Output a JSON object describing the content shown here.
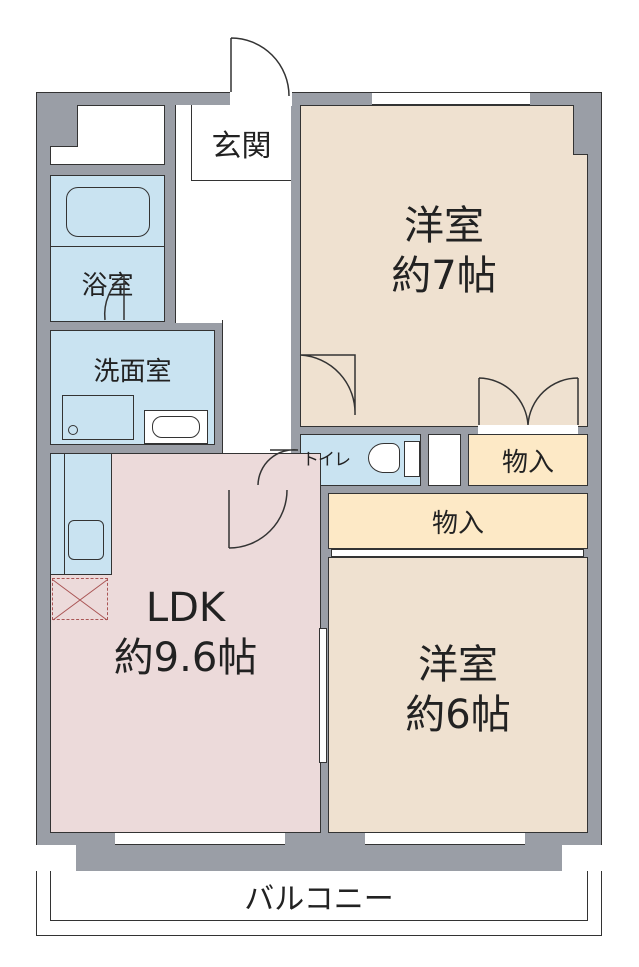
{
  "rooms": {
    "entrance": "玄関",
    "bath": "浴室",
    "washroom": "洗面室",
    "western_7": {
      "name": "洋室",
      "size": "約7帖"
    },
    "toilet": "トイレ",
    "storage_small": "物入",
    "storage_long": "物入",
    "ldk": {
      "name": "LDK",
      "size": "約9.6帖"
    },
    "western_6": {
      "name": "洋室",
      "size": "約6帖"
    },
    "balcony": "バルコニー"
  },
  "colors": {
    "wall": "#9a9ea6",
    "wet": "#c9e3f1",
    "western": "#efe1d0",
    "ldk": "#ecdada",
    "storage": "#fde9c6"
  }
}
